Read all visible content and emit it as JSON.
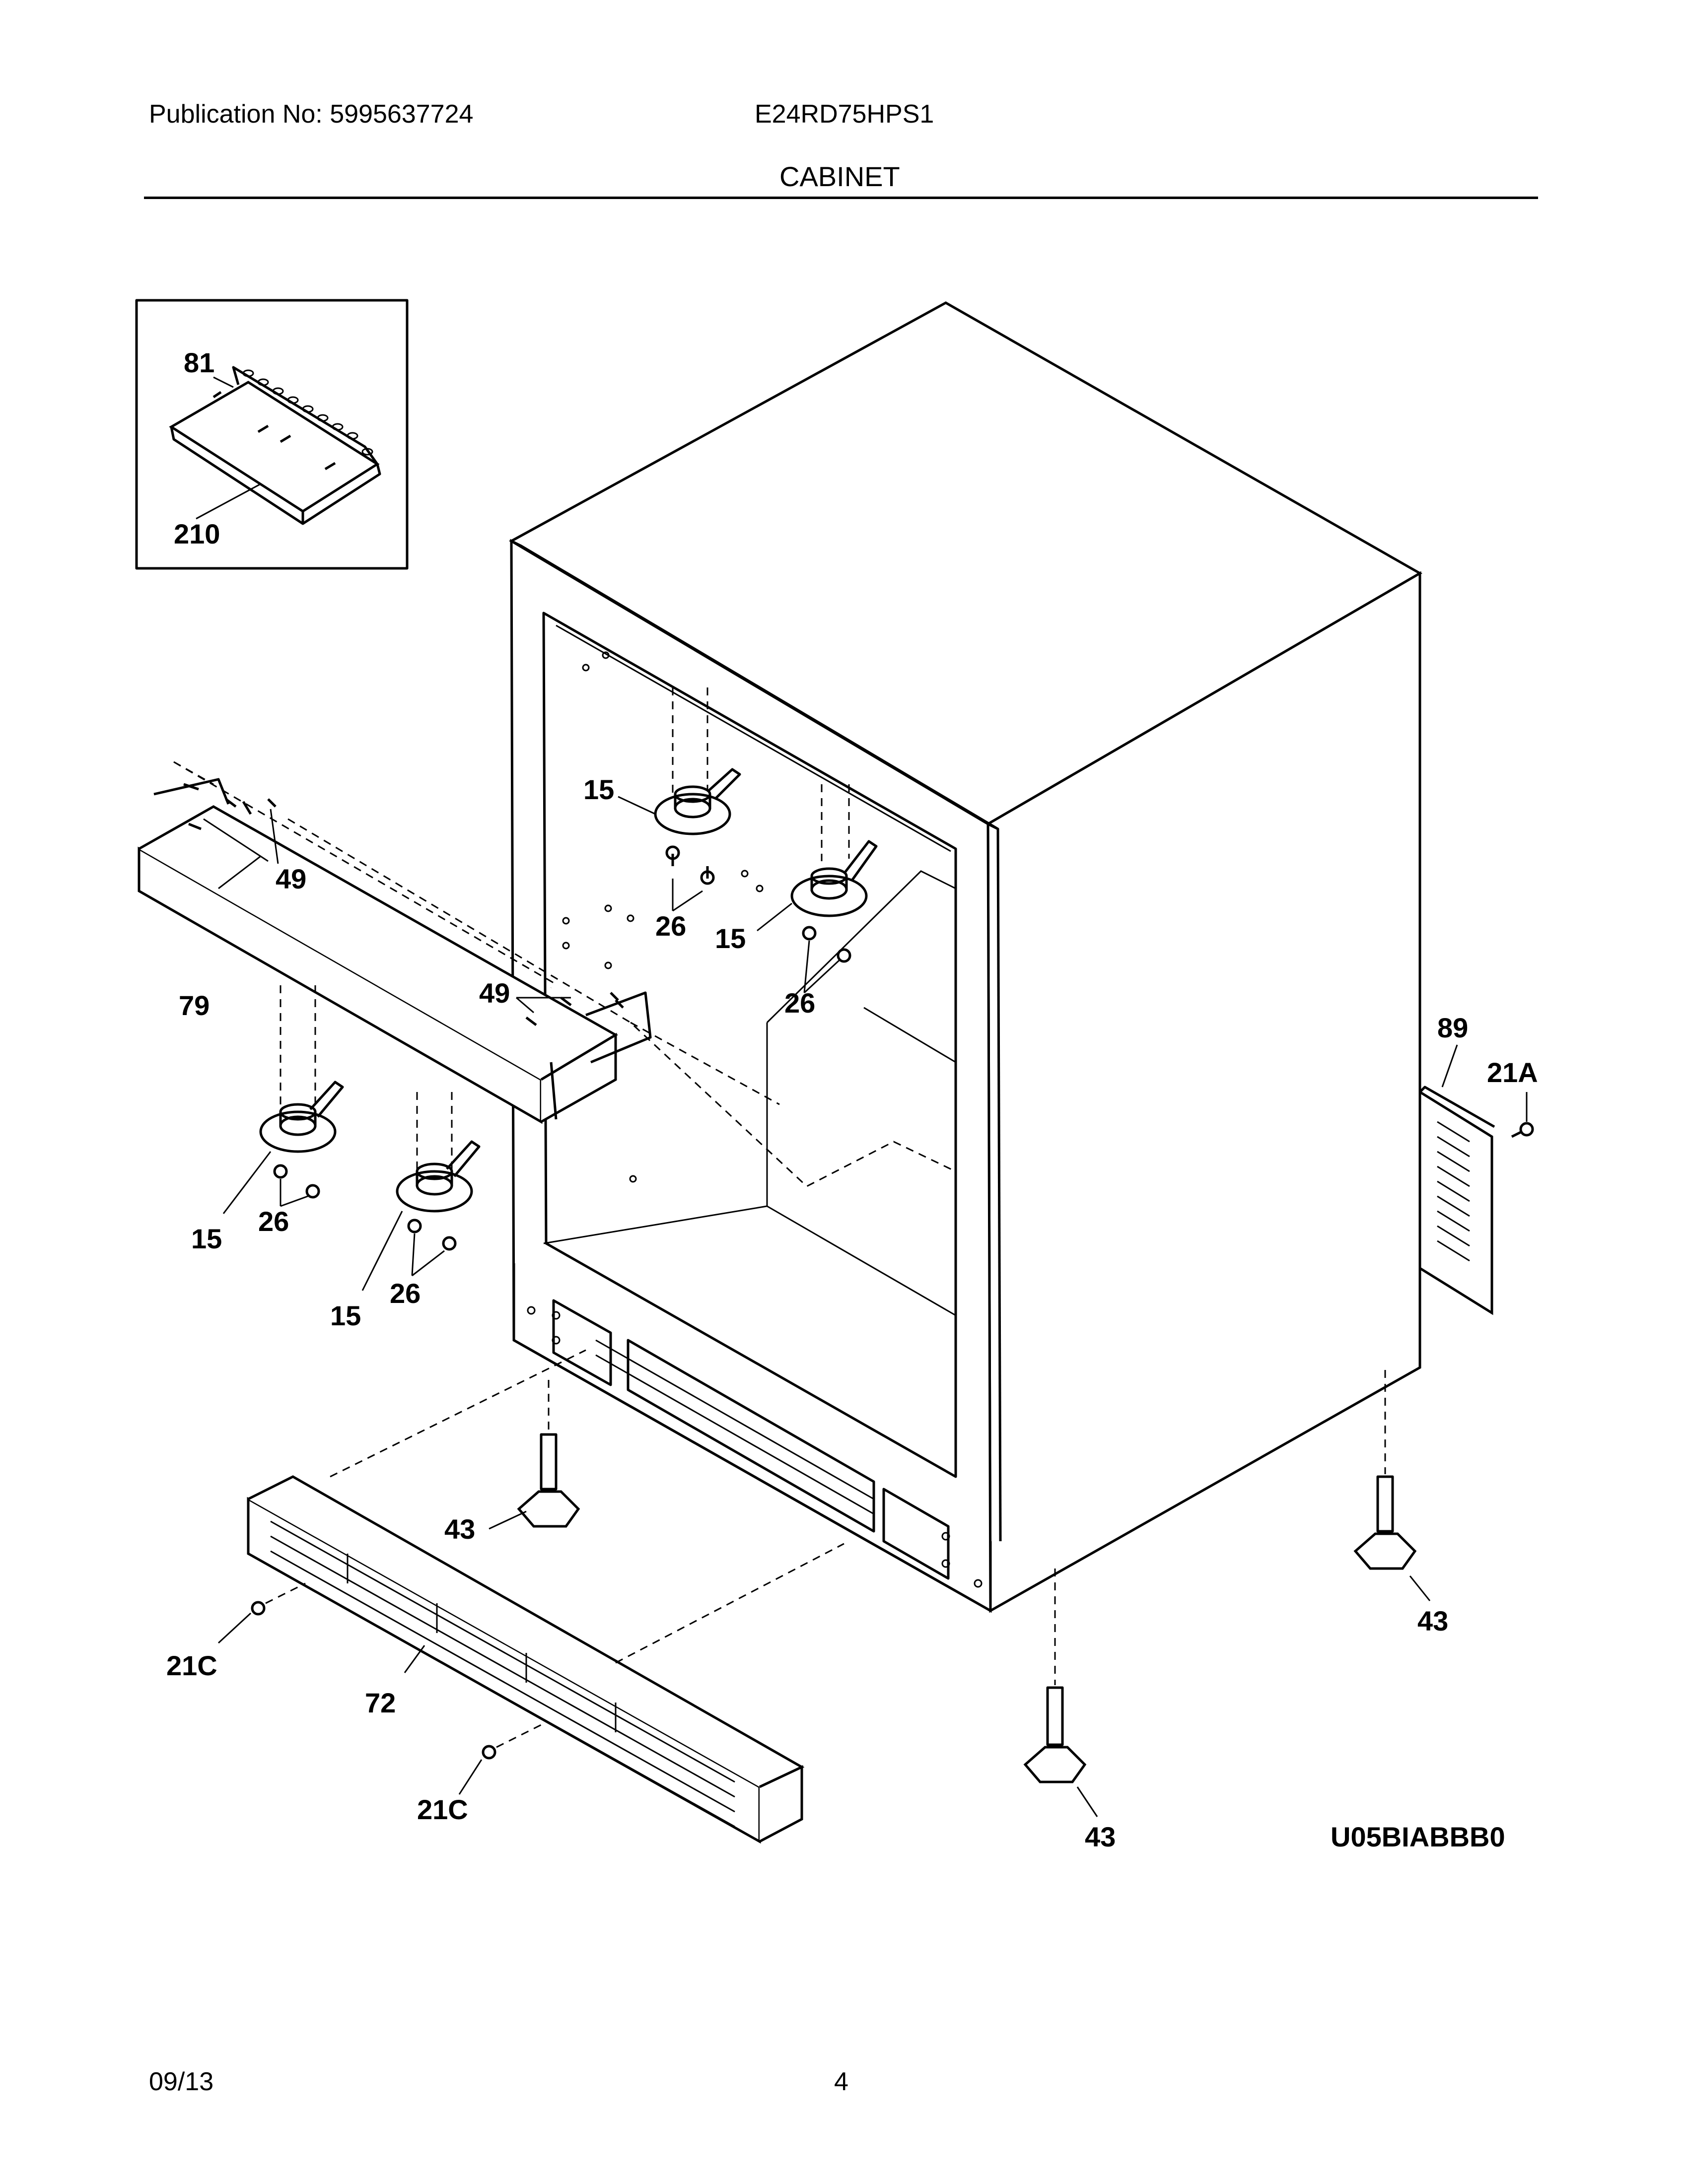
{
  "header": {
    "publication": "Publication No: 5995637724",
    "model": "E24RD75HPS1",
    "section_title": "CABINET"
  },
  "footer": {
    "date": "09/13",
    "page_number": "4"
  },
  "diagram_code": "U05BIABBB0",
  "callouts": {
    "c81": "81",
    "c210": "210",
    "c15a": "15",
    "c15b": "15",
    "c15c": "15",
    "c15d": "15",
    "c26a": "26",
    "c26b": "26",
    "c26c": "26",
    "c26d": "26",
    "c49a": "49",
    "c49b": "49",
    "c79": "79",
    "c89": "89",
    "c21a": "21A",
    "c43a": "43",
    "c43b": "43",
    "c43c": "43",
    "c21c_a": "21C",
    "c21c_b": "21C",
    "c72": "72"
  }
}
